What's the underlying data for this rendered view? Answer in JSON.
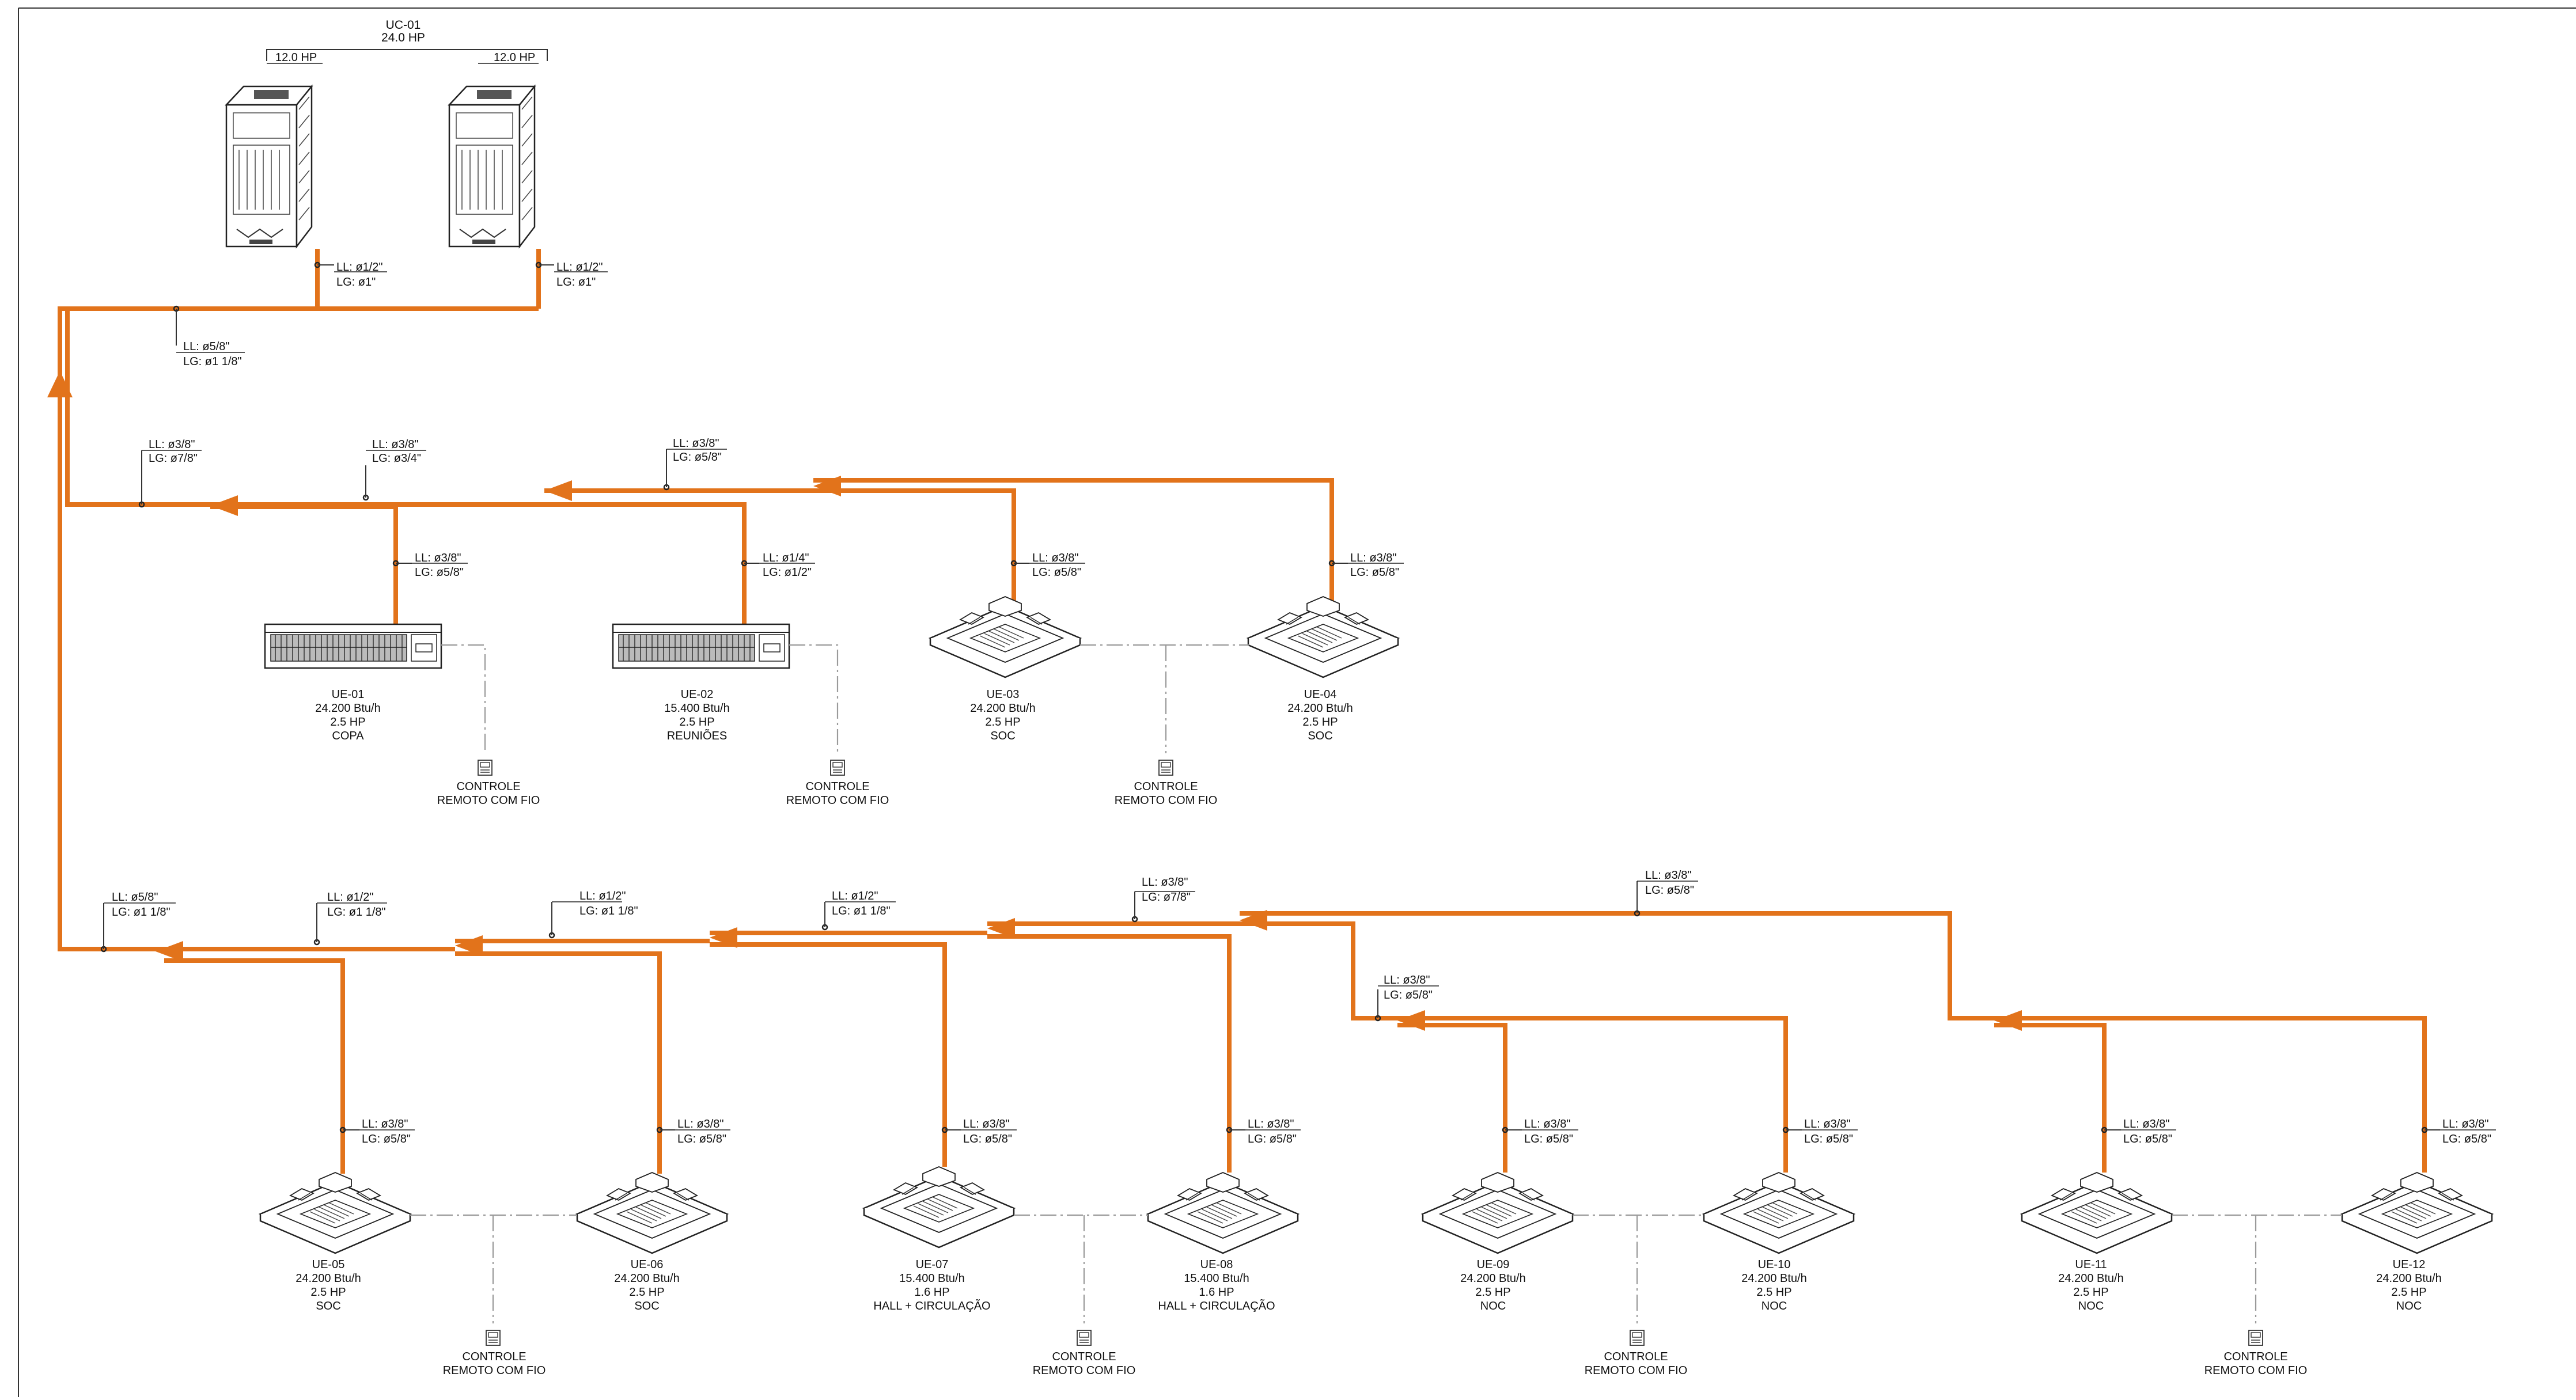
{
  "outdoor": {
    "id": "UC-01",
    "capacity": "24.0 HP",
    "modules": [
      {
        "hp": "12.0 HP",
        "ll": "LL: ø1/2\"",
        "lg": "LG: ø1\""
      },
      {
        "hp": "12.0 HP",
        "ll": "LL: ø1/2\"",
        "lg": "LG: ø1\""
      }
    ]
  },
  "pipe_color": "#e2731b",
  "main_pipe": {
    "ll": "LL: ø5/8\"",
    "lg": "LG: ø1 1/8\""
  },
  "branches": [
    {
      "ll": "LL: ø3/8\"",
      "lg": "LG: ø7/8\""
    },
    {
      "ll": "LL: ø3/8\"",
      "lg": "LG: ø3/4\""
    },
    {
      "ll": "LL: ø3/8\"",
      "lg": "LG: ø5/8\""
    },
    {
      "ll": "LL: ø5/8\"",
      "lg": "LG: ø1 1/8\""
    },
    {
      "ll": "LL: ø1/2\"",
      "lg": "LG: ø1 1/8\""
    },
    {
      "ll": "LL: ø1/2\"",
      "lg": "LG: ø1 1/8\""
    },
    {
      "ll": "LL: ø1/2\"",
      "lg": "LG: ø1 1/8\""
    },
    {
      "ll": "LL: ø3/8\"",
      "lg": "LG: ø7/8\""
    },
    {
      "ll": "LL: ø3/8\"",
      "lg": "LG: ø5/8\""
    },
    {
      "ll": "LL: ø3/8\"",
      "lg": "LG: ø5/8\""
    }
  ],
  "indoor_units": [
    {
      "id": "UE-01",
      "btu": "24.200 Btu/h",
      "hp": "2.5 HP",
      "room": "COPA",
      "type": "hi-wall",
      "ll": "LL: ø3/8\"",
      "lg": "LG: ø5/8\""
    },
    {
      "id": "UE-02",
      "btu": "15.400 Btu/h",
      "hp": "2.5 HP",
      "room": "REUNIÕES",
      "type": "hi-wall",
      "ll": "LL: ø1/4\"",
      "lg": "LG: ø1/2\""
    },
    {
      "id": "UE-03",
      "btu": "24.200 Btu/h",
      "hp": "2.5 HP",
      "room": "SOC",
      "type": "cassette",
      "ll": "LL: ø3/8\"",
      "lg": "LG: ø5/8\""
    },
    {
      "id": "UE-04",
      "btu": "24.200 Btu/h",
      "hp": "2.5 HP",
      "room": "SOC",
      "type": "cassette",
      "ll": "LL: ø3/8\"",
      "lg": "LG: ø5/8\""
    },
    {
      "id": "UE-05",
      "btu": "24.200 Btu/h",
      "hp": "2.5 HP",
      "room": "SOC",
      "type": "cassette",
      "ll": "LL: ø3/8\"",
      "lg": "LG: ø5/8\""
    },
    {
      "id": "UE-06",
      "btu": "24.200 Btu/h",
      "hp": "2.5 HP",
      "room": "SOC",
      "type": "cassette",
      "ll": "LL: ø3/8\"",
      "lg": "LG: ø5/8\""
    },
    {
      "id": "UE-07",
      "btu": "15.400 Btu/h",
      "hp": "1.6 HP",
      "room": "HALL + CIRCULAÇÃO",
      "type": "cassette",
      "ll": "LL: ø3/8\"",
      "lg": "LG: ø5/8\""
    },
    {
      "id": "UE-08",
      "btu": "15.400 Btu/h",
      "hp": "1.6 HP",
      "room": "HALL + CIRCULAÇÃO",
      "type": "cassette",
      "ll": "LL: ø3/8\"",
      "lg": "LG: ø5/8\""
    },
    {
      "id": "UE-09",
      "btu": "24.200 Btu/h",
      "hp": "2.5 HP",
      "room": "NOC",
      "type": "cassette",
      "ll": "LL: ø3/8\"",
      "lg": "LG: ø5/8\""
    },
    {
      "id": "UE-10",
      "btu": "24.200 Btu/h",
      "hp": "2.5 HP",
      "room": "NOC",
      "type": "cassette",
      "ll": "LL: ø3/8\"",
      "lg": "LG: ø5/8\""
    },
    {
      "id": "UE-11",
      "btu": "24.200 Btu/h",
      "hp": "2.5 HP",
      "room": "NOC",
      "type": "cassette",
      "ll": "LL: ø3/8\"",
      "lg": "LG: ø5/8\""
    },
    {
      "id": "UE-12",
      "btu": "24.200 Btu/h",
      "hp": "2.5 HP",
      "room": "NOC",
      "type": "cassette",
      "ll": "LL: ø3/8\"",
      "lg": "LG: ø5/8\""
    }
  ],
  "controller": {
    "line1": "CONTROLE",
    "line2": "REMOTO COM FIO"
  }
}
